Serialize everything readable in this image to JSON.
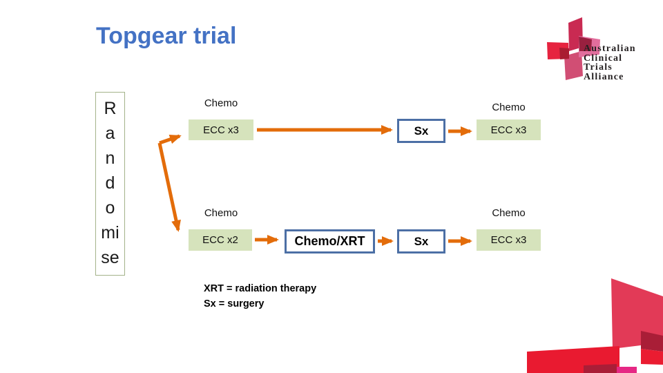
{
  "title": "Topgear trial",
  "logo": {
    "lines": [
      "Australian",
      "Clinical",
      "Trials",
      "Alliance"
    ]
  },
  "diagram": {
    "randomise_lines": [
      "R",
      "a",
      "n",
      "d",
      "o",
      "mi",
      "se"
    ],
    "top_arm": {
      "chemo_label_pre": "Chemo",
      "chemo_box_pre": "ECC x3",
      "surgery_box": "Sx",
      "chemo_label_post": "Chemo",
      "chemo_box_post": "ECC x3"
    },
    "bottom_arm": {
      "chemo_label_pre": "Chemo",
      "chemo_box_pre": "ECC x2",
      "chemoradiation_box": "Chemo/XRT",
      "surgery_box": "Sx",
      "chemo_label_post": "Chemo",
      "chemo_box_post": "ECC x3"
    }
  },
  "legend": {
    "line1": "XRT = radiation therapy",
    "line2": "Sx = surgery"
  },
  "colors": {
    "title_blue": "#4472c4",
    "arrow_orange": "#e36c0a",
    "green_box_fill": "#d6e3bc",
    "blue_box_border": "#4c6fa5",
    "brand_red": "#e91a30",
    "brand_crimson": "#e23a57",
    "brand_dark_red": "#a91e37",
    "brand_magenta": "#e62884",
    "brand_pink": "#e26e9d"
  }
}
